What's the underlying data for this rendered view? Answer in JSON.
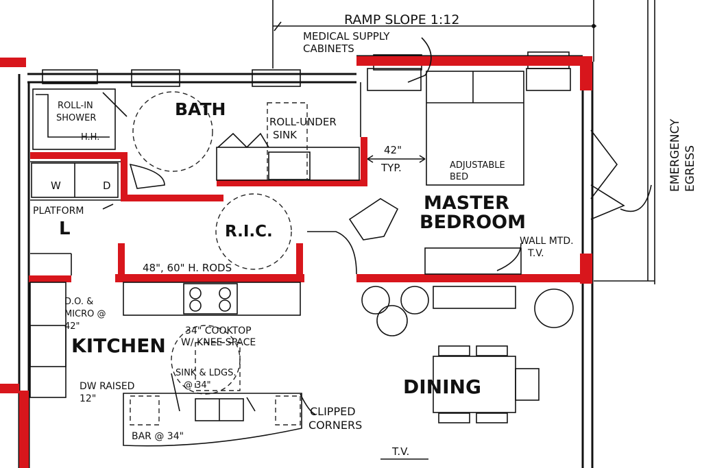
{
  "labels": {
    "ramp": "RAMP SLOPE 1:12",
    "medical_1": "MEDICAL SUPPLY",
    "medical_2": "CABINETS",
    "bath": "BATH",
    "shower_1": "ROLL-IN",
    "shower_2": "SHOWER",
    "shower_3": "H.H.",
    "sink_1": "ROLL-UNDER",
    "sink_2": "SINK",
    "washer": "W",
    "dryer": "D",
    "platform": "PLATFORM",
    "l_shape": "L",
    "typ_1": "42\"",
    "typ_2": "TYP.",
    "bed_1": "ADJUSTABLE",
    "bed_2": "BED",
    "master_1": "MASTER",
    "master_2": "BEDROOM",
    "egress_1": "EMERGENCY",
    "egress_2": "EGRESS",
    "ric": "R.I.C.",
    "rods": "48\", 60\" H. RODS",
    "wall_tv_1": "WALL MTD.",
    "wall_tv_2": "T.V.",
    "do_1": "D.O. &",
    "do_2": "MICRO @",
    "do_3": "42\"",
    "kitchen": "KITCHEN",
    "cooktop_1": "34\" COOKTOP",
    "cooktop_2": "W/ KNEE SPACE",
    "sink_ldg_1": "SINK & LDGS.",
    "sink_ldg_2": "@ 34\"",
    "dw_1": "DW RAISED",
    "dw_2": "12\"",
    "bar": "BAR @ 34\"",
    "clipped_1": "CLIPPED",
    "clipped_2": "CORNERS",
    "dining": "DINING",
    "tv_bottom": "T.V."
  },
  "colors": {
    "accessible_highlight": "#d8161c",
    "ink": "#111111"
  }
}
